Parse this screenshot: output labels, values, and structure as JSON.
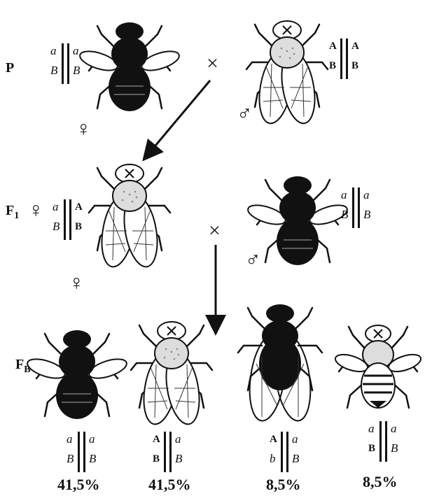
{
  "generations": {
    "p": "P",
    "f1": "F",
    "f1_sub": "1",
    "fb": "F",
    "fb_sub": "B"
  },
  "symbols": {
    "female": "♀",
    "male": "♂",
    "cross": "×"
  },
  "genotypes": {
    "p_female": {
      "top_left": "a",
      "bottom_left": "B",
      "top_right": "a",
      "bottom_right": "B"
    },
    "p_male": {
      "top_left": "A",
      "bottom_left": "B",
      "top_right": "A",
      "bottom_right": "B"
    },
    "f1_female": {
      "top_left": "a",
      "bottom_left": "B",
      "top_right": "A",
      "bottom_right": "B"
    },
    "f1_male": {
      "top_left": "a",
      "bottom_left": "B",
      "top_right": "a",
      "bottom_right": "B"
    },
    "fb1": {
      "top_left": "a",
      "bottom_left": "B",
      "top_right": "a",
      "bottom_right": "B"
    },
    "fb2": {
      "top_left": "A",
      "bottom_left": "B",
      "top_right": "a",
      "bottom_right": "B"
    },
    "fb3": {
      "top_left": "A",
      "bottom_left": "b",
      "top_right": "a",
      "bottom_right": "B"
    },
    "fb4": {
      "top_left": "a",
      "bottom_left": "B",
      "top_right": "a",
      "bottom_right": "B"
    }
  },
  "percentages": {
    "fb1": "41,5%",
    "fb2": "41,5%",
    "fb3": "8,5%",
    "fb4": "8,5%"
  }
}
